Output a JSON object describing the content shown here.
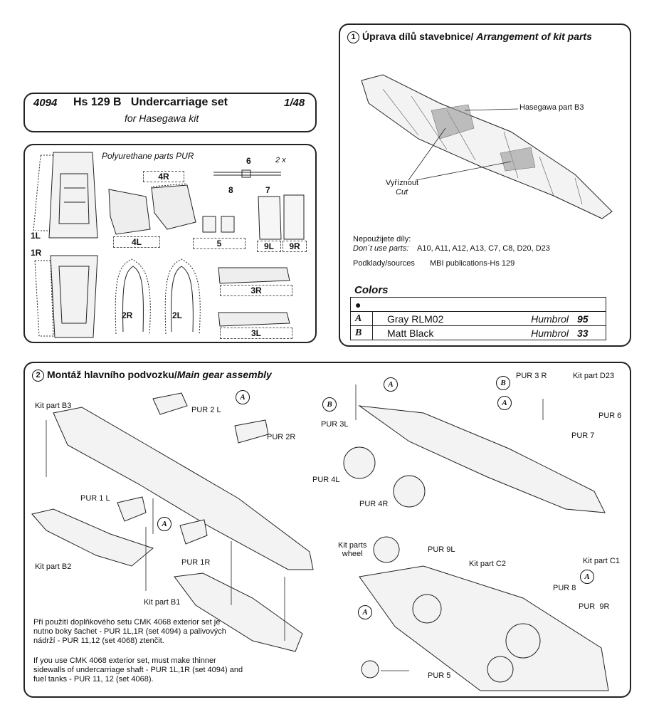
{
  "header": {
    "code": "4094",
    "title": "Hs 129 B   Undercarriage set",
    "scale": "1/48",
    "subtitle": "for Hasegawa kit"
  },
  "pur": {
    "title": "Polyurethane parts PUR",
    "labels": {
      "p1L": "1L",
      "p1R": "1R",
      "p4R": "4R",
      "p4L": "4L",
      "p5": "5",
      "p6": "6",
      "p2x": "2 x",
      "p8": "8",
      "p7": "7",
      "p9L": "9L",
      "p9R": "9R",
      "p2R": "2R",
      "p2L": "2L",
      "p3R": "3R",
      "p3L": "3L"
    }
  },
  "section1": {
    "num": "1",
    "title_cz": "Úprava dílů stavebnice/",
    "title_en": "Arrangement of kit parts",
    "hasegawa_part": "Hasegawa part B3",
    "cut_cz": "Vyříznout",
    "cut_en": "Cut",
    "dontuse_cz": "Nepoužijete díly:",
    "dontuse_en": "Don´t use parts:",
    "dontuse_parts": "A10, A11, A12, A13, C7, C8, D20, D23",
    "sources_label": "Podklady/sources",
    "sources_value": "MBI publications-Hs 129",
    "colors_title": "Colors",
    "colors": [
      {
        "code": "A",
        "name": "Gray RLM02",
        "brand": "Humbrol",
        "num": "95"
      },
      {
        "code": "B",
        "name": "Matt Black",
        "brand": "Humbrol",
        "num": "33"
      }
    ]
  },
  "section2": {
    "num": "2",
    "title_cz": "Montáž hlavního podvozku/",
    "title_en": "Main gear assembly",
    "labels": {
      "kitB3": "Kit part B3",
      "pur2L": "PUR 2 L",
      "pur2R": "PUR 2R",
      "pur1L": "PUR 1 L",
      "pur1R": "PUR 1R",
      "kitB2": "Kit part B2",
      "kitB1": "Kit part B1",
      "pur3R": "PUR 3 R",
      "kitD23": "Kit part D23",
      "pur6": "PUR 6",
      "pur7": "PUR 7",
      "pur3L": "PUR 3L",
      "pur4L": "PUR 4L",
      "pur4R": "PUR 4R",
      "kitwheel": "Kit  parts\nwheel",
      "pur9L": "PUR 9L",
      "kitC2": "Kit part C2",
      "kitC1": "Kit part C1",
      "pur8": "PUR 8",
      "pur9R": "PUR  9R",
      "pur5": "PUR 5"
    },
    "note_cz": "Při použití doplňkového setu CMK 4068 exterior set je nutno boky šachet - PUR 1L,1R (set 4094) a palivových nádrží - PUR 11,12 (set 4068) ztenčit.",
    "note_en": "If you use CMK 4068 exterior set, must make thinner sidewalls of undercarriage shaft - PUR 1L,1R (set 4094) and fuel tanks - PUR 11, 12 (set 4068)."
  },
  "callouts": {
    "a": "A",
    "b": "B"
  }
}
